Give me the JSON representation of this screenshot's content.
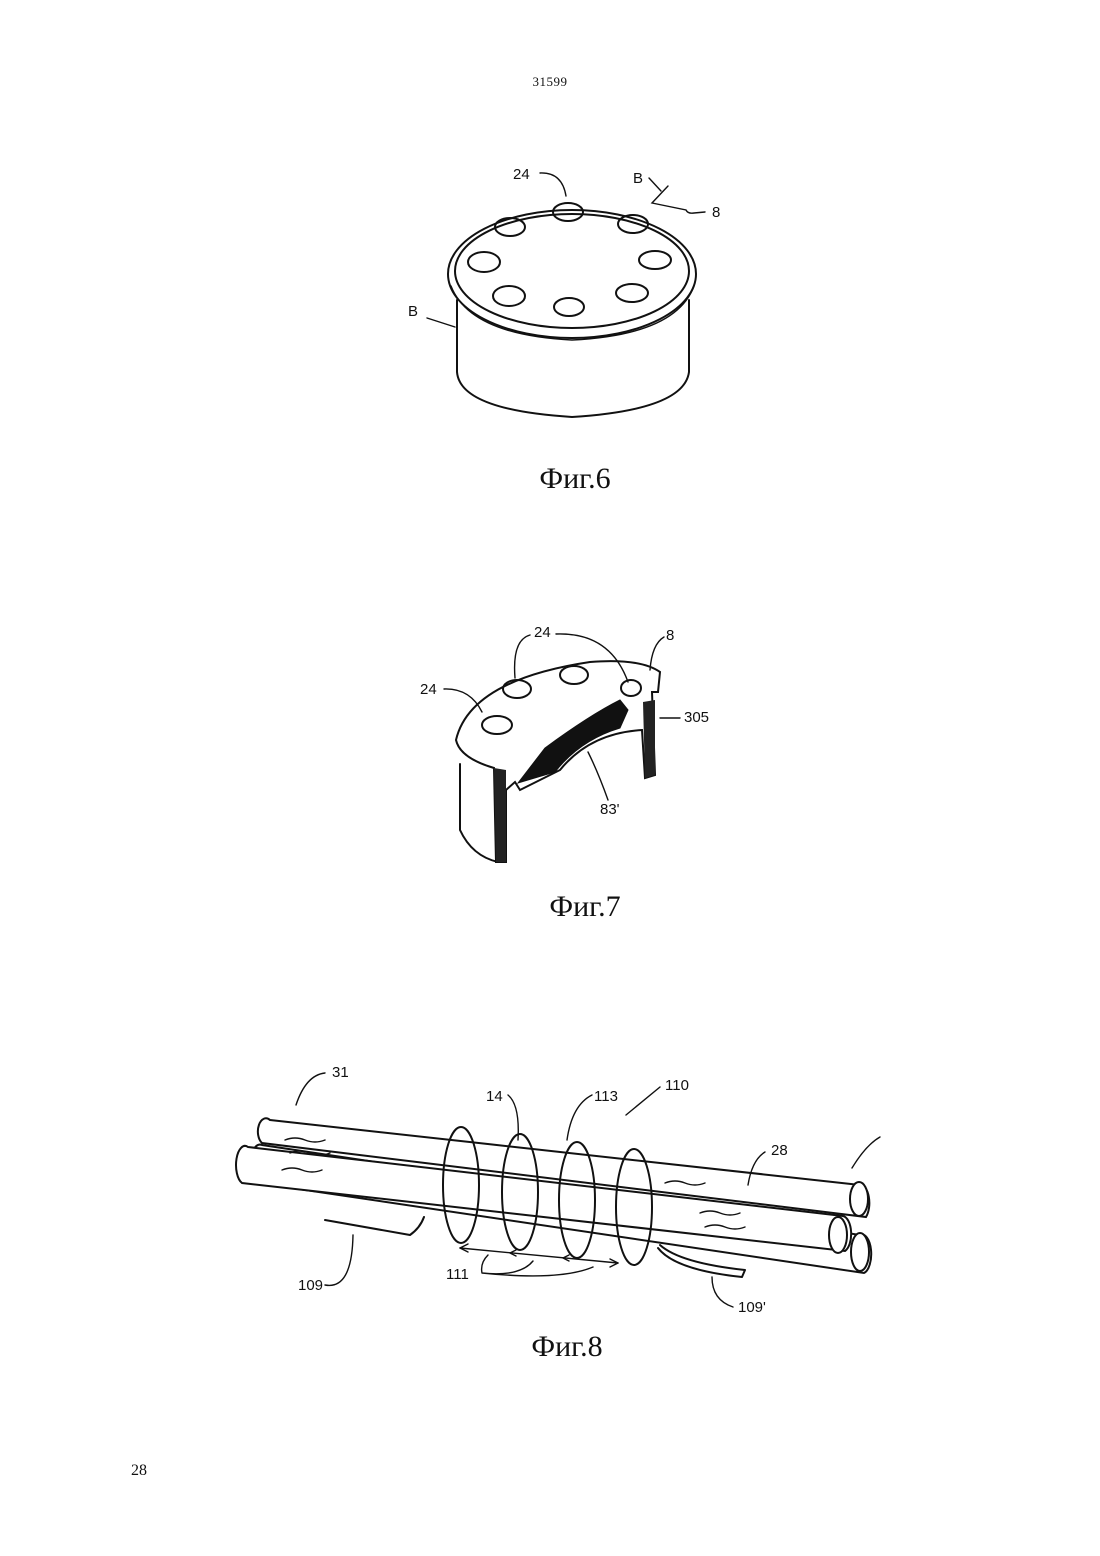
{
  "page": {
    "doc_number": "31599",
    "page_number": "28"
  },
  "figures": [
    {
      "caption": "Фиг.6",
      "labels": {
        "ref_24": "24",
        "ref_8": "8",
        "section_top": "B",
        "section_left": "B"
      }
    },
    {
      "caption": "Фиг.7",
      "labels": {
        "ref_24_top": "24",
        "ref_24_left": "24",
        "ref_8": "8",
        "ref_305": "305",
        "ref_83p": "83'"
      }
    },
    {
      "caption": "Фиг.8",
      "labels": {
        "ref_31": "31",
        "ref_14": "14",
        "ref_113": "113",
        "ref_110": "110",
        "ref_28": "28",
        "ref_109": "109",
        "ref_111": "111",
        "ref_109p": "109'"
      }
    }
  ]
}
